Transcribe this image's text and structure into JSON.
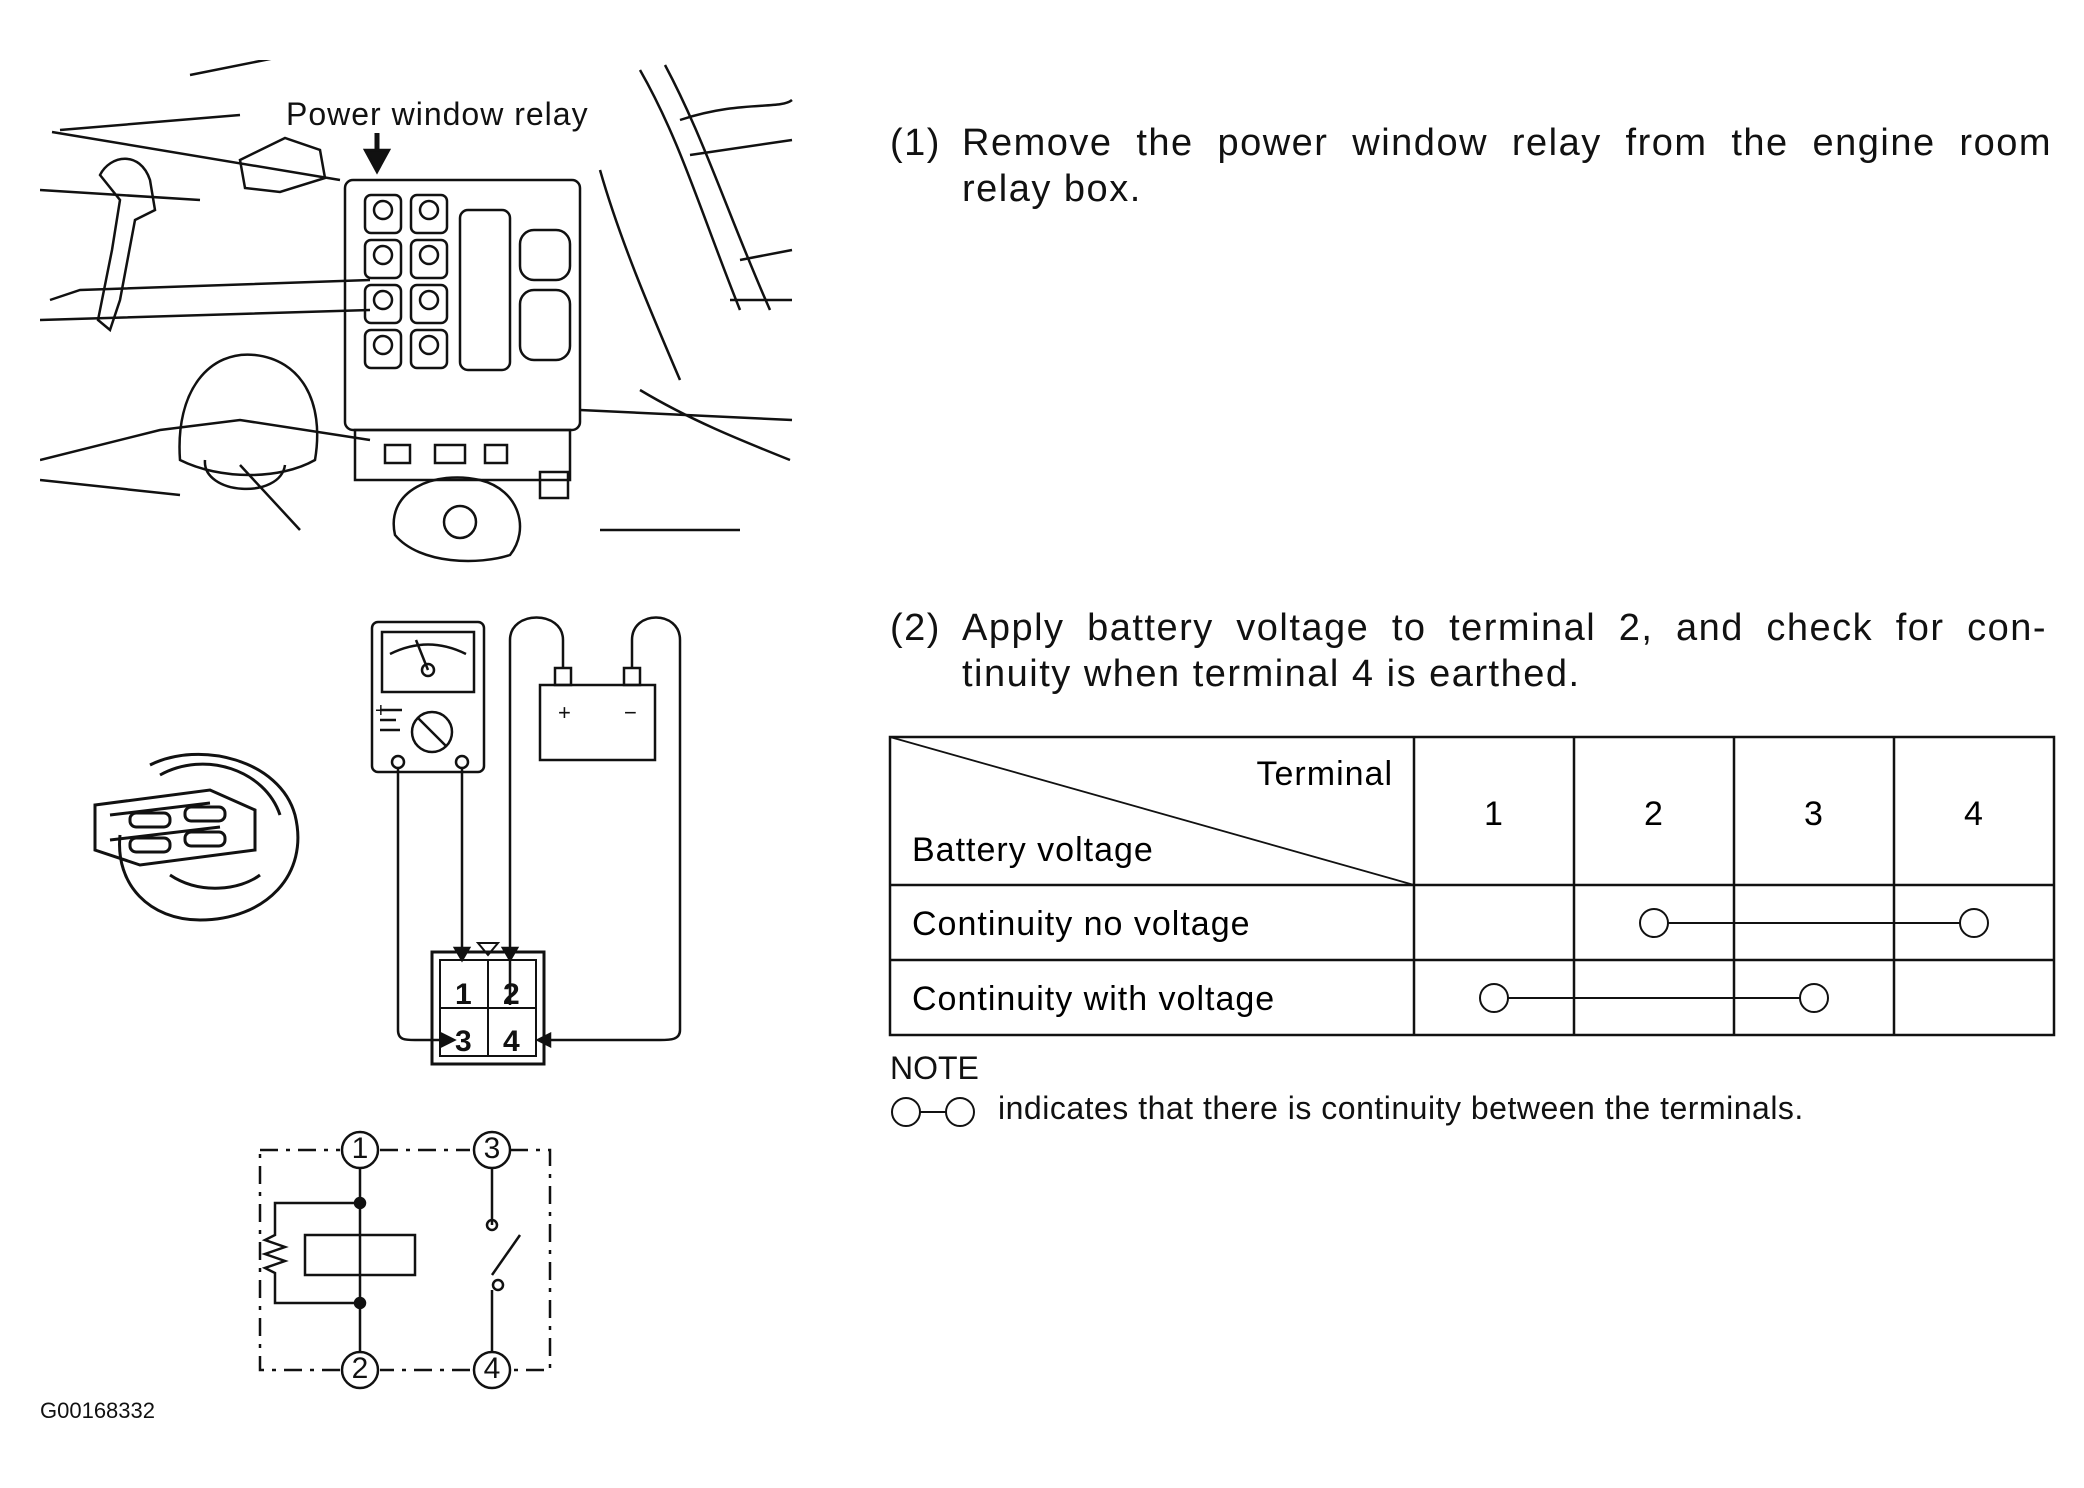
{
  "figure_labels": {
    "relay_callout": "Power window relay",
    "figure_id": "G00168332"
  },
  "steps": [
    {
      "num": "(1)",
      "line1": "Remove the power window relay from the engine room",
      "line2": "relay box."
    },
    {
      "num": "(2)",
      "line1": "Apply battery voltage to terminal 2, and check for con-",
      "line2": "tinuity when terminal 4 is earthed."
    }
  ],
  "meter": {
    "plus": "+",
    "minus": "−"
  },
  "battery": {
    "plus": "+",
    "minus": "−"
  },
  "connector": {
    "t1": "1",
    "t2": "2",
    "t3": "3",
    "t4": "4"
  },
  "schematic": {
    "t1": "1",
    "t2": "2",
    "t3": "3",
    "t4": "4"
  },
  "table": {
    "header_top": "Terminal",
    "header_bottom": "Battery voltage",
    "columns": [
      "1",
      "2",
      "3",
      "4"
    ],
    "rows": [
      {
        "label": "Continuity no voltage",
        "connected": [
          "2",
          "4"
        ]
      },
      {
        "label": "Continuity with voltage",
        "connected": [
          "1",
          "3"
        ]
      }
    ]
  },
  "note": {
    "heading": "NOTE",
    "text": "indicates that there is continuity between the terminals."
  }
}
